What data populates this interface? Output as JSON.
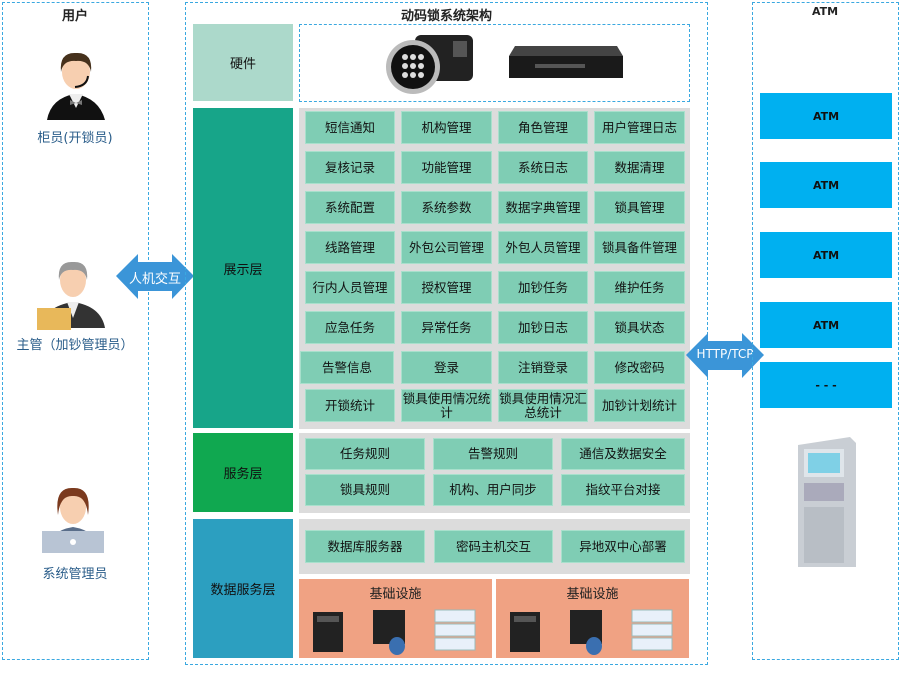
{
  "title": "动码锁系统架构",
  "users": {
    "title": "用户",
    "items": [
      {
        "label": "柜员(开锁员)"
      },
      {
        "label": "主管（加钞管理员）"
      },
      {
        "label": "系统管理员"
      }
    ]
  },
  "interaction_label": "人机交互",
  "protocol_label": "HTTP/TCP",
  "layers": {
    "hardware": "硬件",
    "display": "展示层",
    "service": "服务层",
    "data": "数据服务层"
  },
  "display_cells": [
    [
      "短信通知",
      "机构管理",
      "角色管理",
      "用户管理日志"
    ],
    [
      "复核记录",
      "功能管理",
      "系统日志",
      "数据清理"
    ],
    [
      "系统配置",
      "系统参数",
      "数据字典管理",
      "锁具管理"
    ],
    [
      "线路管理",
      "外包公司管理",
      "外包人员管理",
      "锁具备件管理"
    ],
    [
      "行内人员管理",
      "授权管理",
      "加钞任务",
      "维护任务"
    ],
    [
      "应急任务",
      "异常任务",
      "加钞日志",
      "锁具状态"
    ],
    [
      "告警信息",
      "登录",
      "注销登录",
      "修改密码"
    ],
    [
      "开锁统计",
      "锁具使用情况统计",
      "锁具使用情况汇总统计",
      "加钞计划统计"
    ]
  ],
  "service_cells": [
    [
      "任务规则",
      "告警规则",
      "通信及数据安全"
    ],
    [
      "锁具规则",
      "机构、用户同步",
      "指纹平台对接"
    ]
  ],
  "data_cells": [
    "数据库服务器",
    "密码主机交互",
    "异地双中心部署"
  ],
  "infra_label": "基础设施",
  "atm": {
    "title": "ATM",
    "items": [
      "ATM",
      "ATM",
      "ATM",
      "ATM",
      "- - -"
    ]
  },
  "colors": {
    "hardware": "#acd9cb",
    "display": "#17a589",
    "service": "#10a850",
    "data": "#2c9fc0",
    "cell": "#7fcdb4",
    "atm": "#00b0f0",
    "infra": "#f0a283",
    "dash": "#3aa8e0"
  }
}
